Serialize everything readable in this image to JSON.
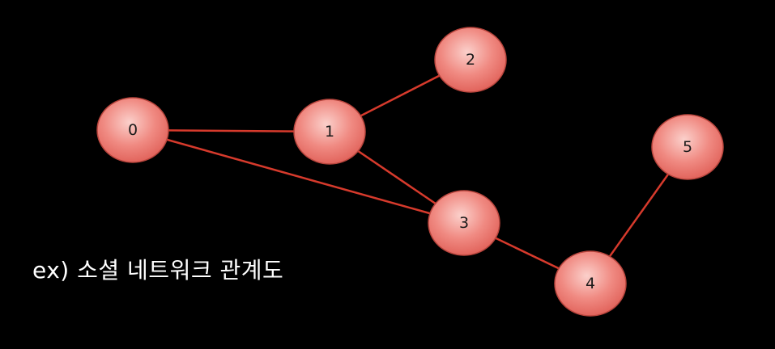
{
  "caption": "ex) 소셜 네트워크 관계도",
  "colors": {
    "background": "#000000",
    "edge": "#d63a2c",
    "node_fill_light": "#fbd0cb",
    "node_fill_mid": "#f08a82",
    "node_fill_dark": "#e06058",
    "node_stroke": "#b8453d",
    "caption_text": "#ffffff"
  },
  "nodes": [
    {
      "id": "0",
      "label": "0"
    },
    {
      "id": "1",
      "label": "1"
    },
    {
      "id": "2",
      "label": "2"
    },
    {
      "id": "3",
      "label": "3"
    },
    {
      "id": "4",
      "label": "4"
    },
    {
      "id": "5",
      "label": "5"
    }
  ],
  "edges": [
    {
      "from": "0",
      "to": "1"
    },
    {
      "from": "1",
      "to": "2"
    },
    {
      "from": "1",
      "to": "3"
    },
    {
      "from": "0",
      "to": "3"
    },
    {
      "from": "3",
      "to": "4"
    },
    {
      "from": "4",
      "to": "5"
    }
  ]
}
